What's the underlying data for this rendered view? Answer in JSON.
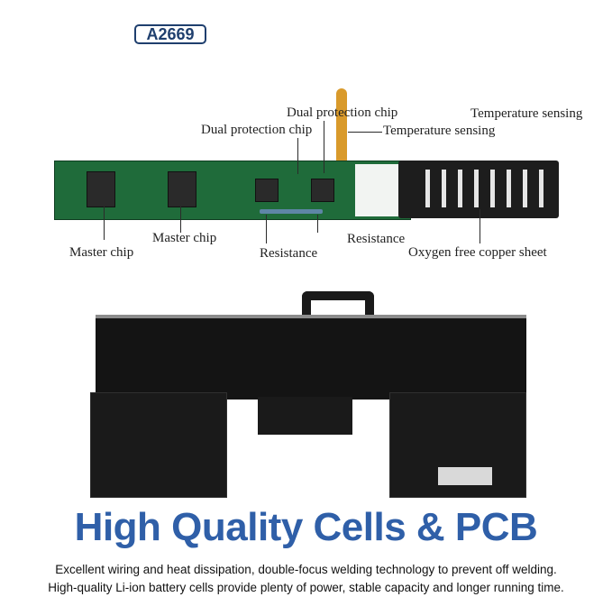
{
  "model": "A2669",
  "labels": {
    "dual_protection_chip_1": "Dual protection chip",
    "dual_protection_chip_2": "Dual protection chip",
    "temperature_sensing_1": "Temperature sensing",
    "temperature_sensing_2": "Temperature sensing",
    "master_chip_1": "Master chip",
    "master_chip_2": "Master chip",
    "resistance_1": "Resistance",
    "resistance_2": "Resistance",
    "copper_sheet": "Oxygen free copper sheet"
  },
  "headline": "High Quality Cells & PCB",
  "description": [
    "Excellent wiring and heat dissipation, double-focus welding technology to prevent off welding.",
    "High-quality Li-ion battery cells provide plenty of power, stable capacity and longer running time."
  ],
  "colors": {
    "badge": "#1f3f6e",
    "headline": "#2f5fa8",
    "pcb": "#1f6b3a",
    "battery": "#141414"
  }
}
